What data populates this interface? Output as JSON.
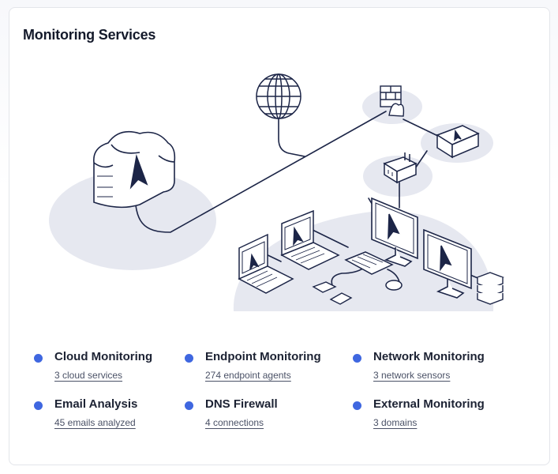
{
  "card": {
    "title": "Monitoring Services"
  },
  "colors": {
    "accent": "#3f67e0",
    "line": "#1c2547",
    "shadow": "#e5e7ef",
    "text": "#1c2233"
  },
  "services": [
    {
      "title": "Cloud Monitoring",
      "link": "3 cloud services",
      "icon": "status-dot-icon"
    },
    {
      "title": "Endpoint Monitoring",
      "link": "274 endpoint agents",
      "icon": "status-dot-icon"
    },
    {
      "title": "Network Monitoring",
      "link": "3 network sensors",
      "icon": "status-dot-icon"
    },
    {
      "title": "Email Analysis",
      "link": "45 emails analyzed",
      "icon": "status-dot-icon"
    },
    {
      "title": "DNS Firewall",
      "link": "4 connections",
      "icon": "status-dot-icon"
    },
    {
      "title": "External Monitoring",
      "link": "3 domains",
      "icon": "status-dot-icon"
    }
  ]
}
